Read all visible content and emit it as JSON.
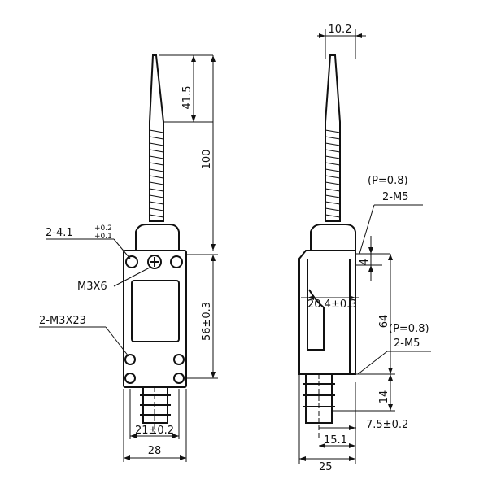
{
  "front_view": {
    "hole_label_main": "2-4.1",
    "hole_tol_top": "+0.2",
    "hole_tol_bottom": "+0.1",
    "screw_label": "M3X6",
    "mount_screw_label": "2-M3X23",
    "dim_rod_length": "41.5",
    "dim_total_height": "100",
    "dim_body_height": "56±0.3",
    "dim_hole_spacing": "21±0.2",
    "dim_body_width": "28"
  },
  "side_view": {
    "dim_rod_width": "10.2",
    "pitch_top": "(P=0.8)",
    "thread_top": "2-M5",
    "dim_small": "4",
    "dim_depth": "20.4±0.3",
    "dim_body_height": "64",
    "pitch_bottom": "(P=0.8)",
    "thread_bottom": "2-M5",
    "dim_plunger": "14",
    "dim_offset": "7.5±0.2",
    "dim_base": "15.1",
    "dim_total_depth": "25"
  }
}
